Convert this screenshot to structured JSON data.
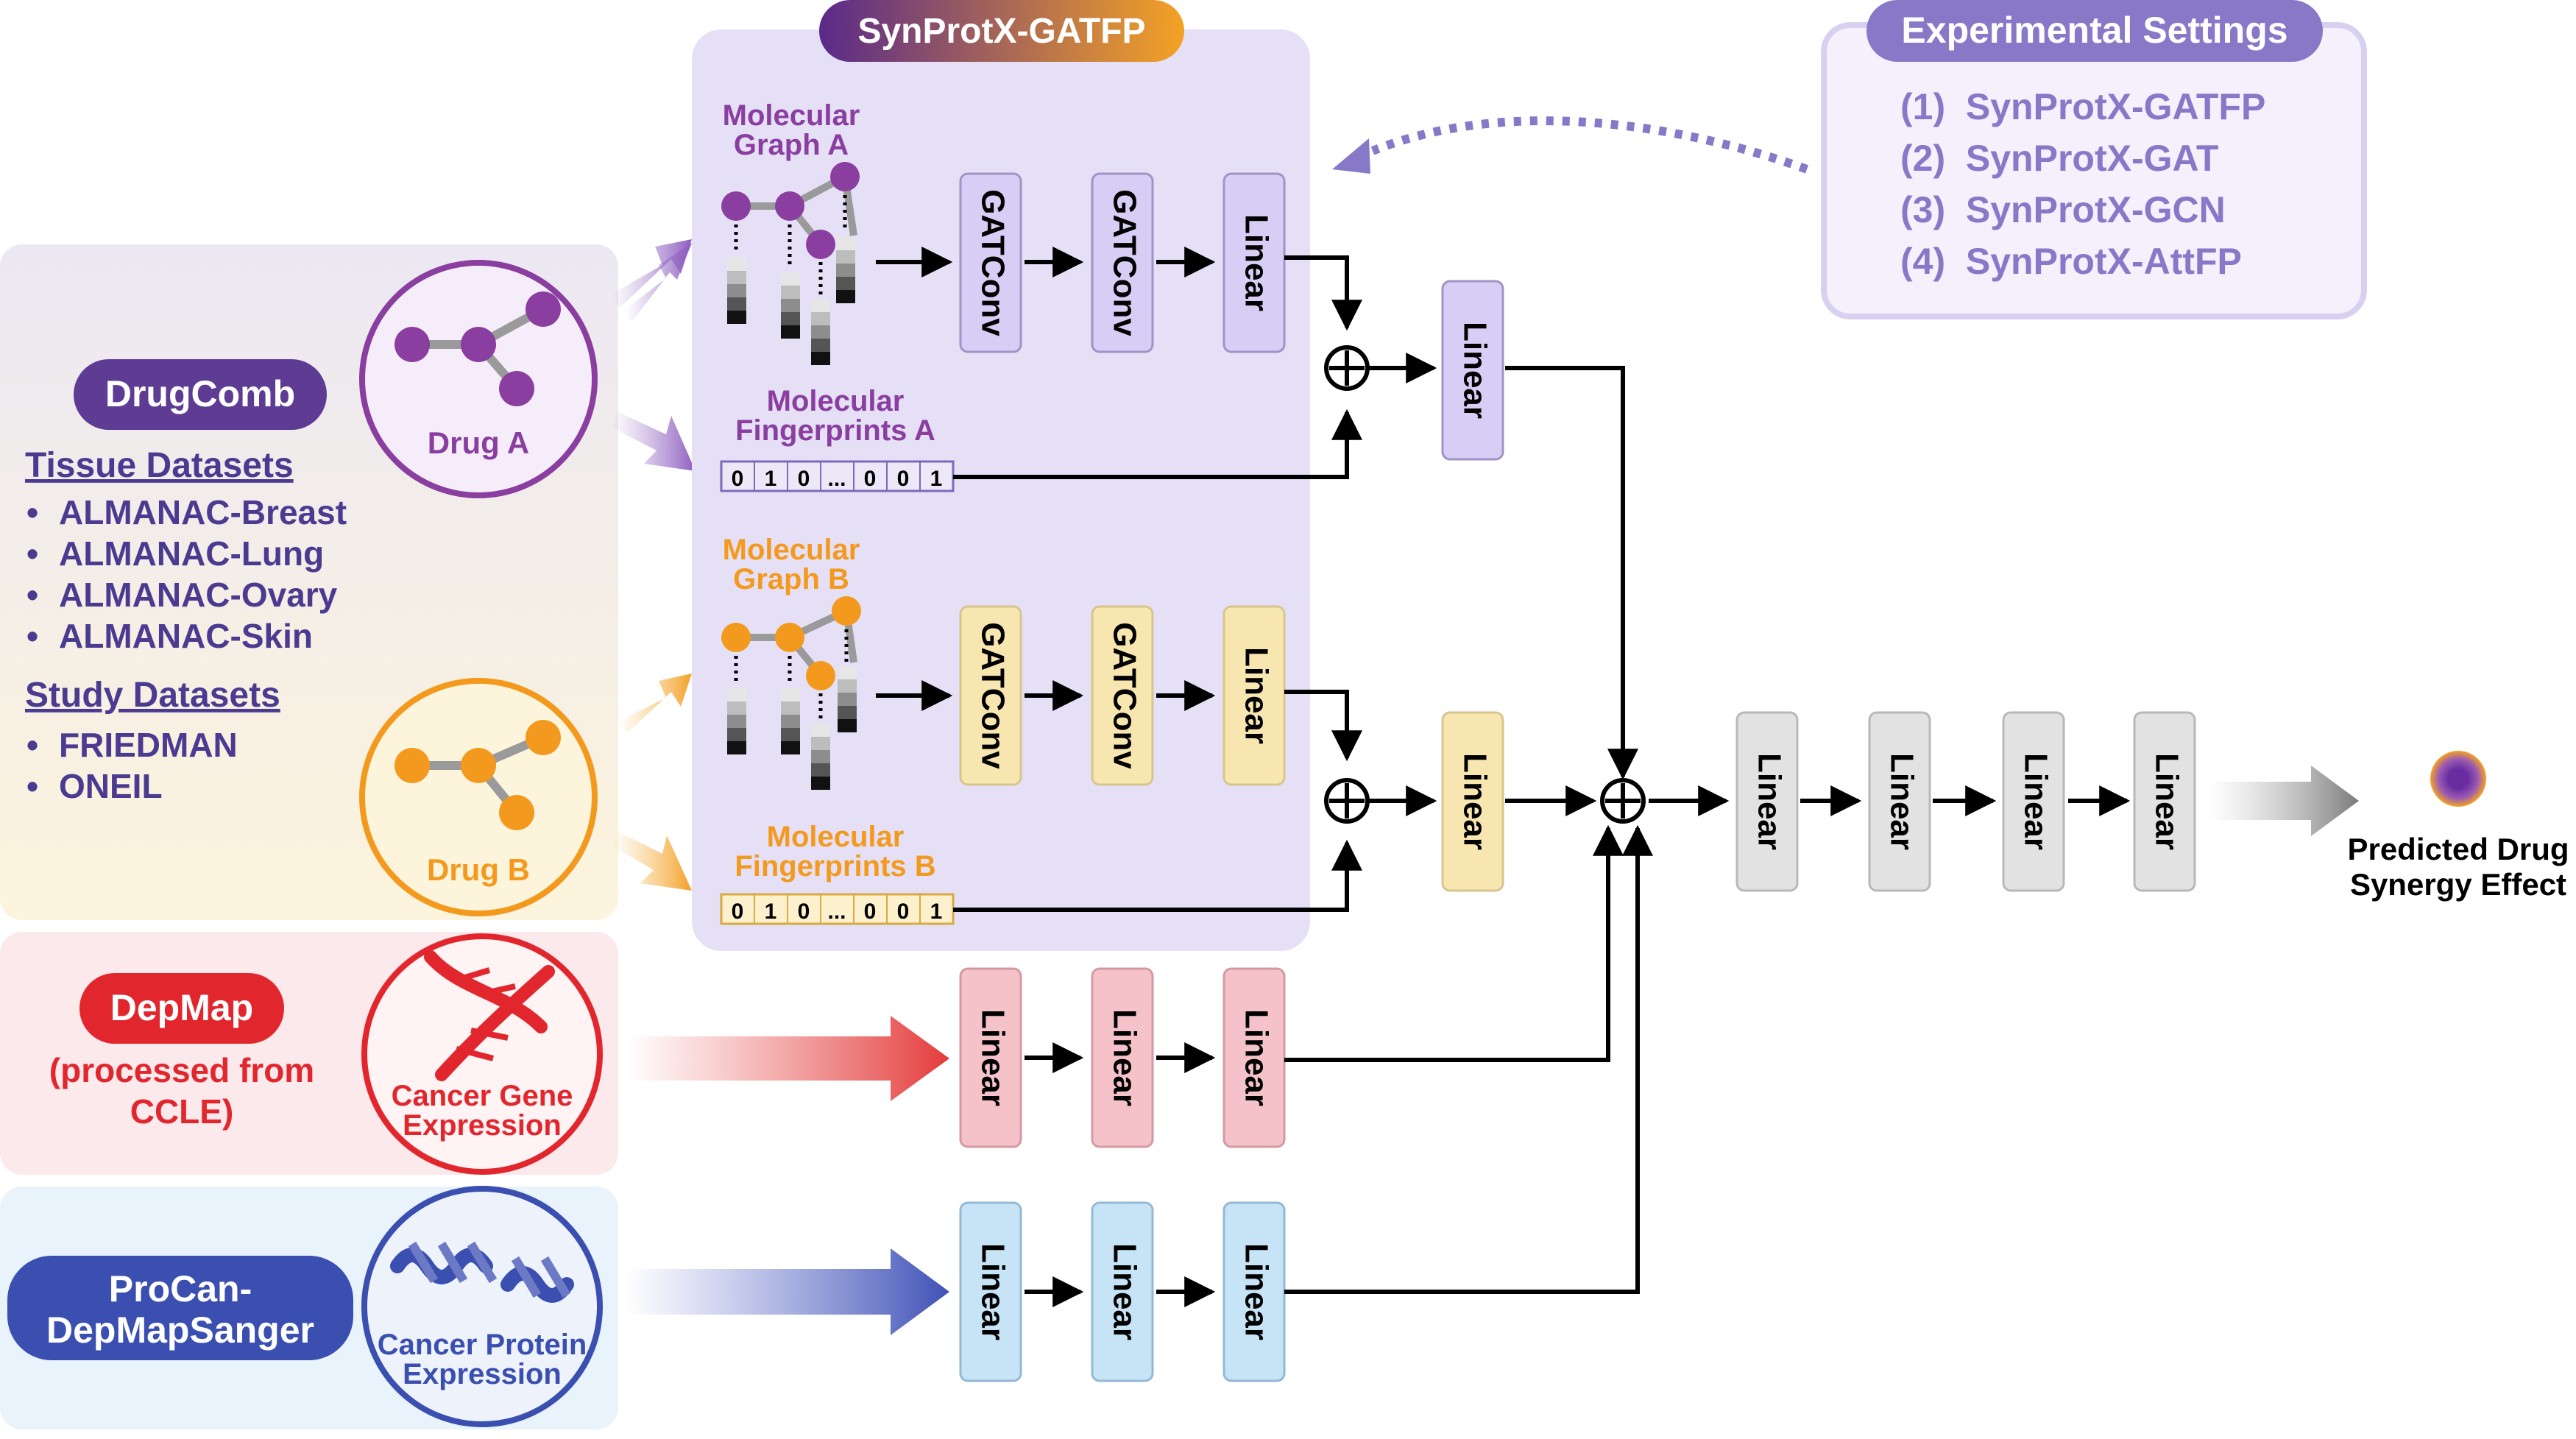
{
  "model": {
    "title": "SynProtX-GATFP"
  },
  "settings": {
    "title": "Experimental Settings",
    "items": [
      "(1)  SynProtX-GATFP",
      "(2)  SynProtX-GAT",
      "(3)  SynProtX-GCN",
      "(4)  SynProtX-AttFP"
    ]
  },
  "drugcomb": {
    "name": "DrugComb",
    "tissue_heading": "Tissue Datasets",
    "tissue_items": [
      "ALMANAC-Breast",
      "ALMANAC-Lung",
      "ALMANAC-Ovary",
      "ALMANAC-Skin"
    ],
    "study_heading": "Study Datasets",
    "study_items": [
      "FRIEDMAN",
      "ONEIL"
    ],
    "bullet": "•"
  },
  "drug_a": {
    "label": "Drug A",
    "graph_line1": "Molecular",
    "graph_line2": "Graph A",
    "fp_line1": "Molecular",
    "fp_line2": "Fingerprints A",
    "fp_bits": [
      "0",
      "1",
      "0",
      "...",
      "0",
      "0",
      "1"
    ]
  },
  "drug_b": {
    "label": "Drug B",
    "graph_line1": "Molecular",
    "graph_line2": "Graph B",
    "fp_line1": "Molecular",
    "fp_line2": "Fingerprints B",
    "fp_bits": [
      "0",
      "1",
      "0",
      "...",
      "0",
      "0",
      "1"
    ]
  },
  "depmap": {
    "name": "DepMap",
    "note_line1": "(processed from",
    "note_line2": "CCLE)",
    "icon_line1": "Cancer Gene",
    "icon_line2": "Expression"
  },
  "procan": {
    "name_line1": "ProCan-",
    "name_line2": "DepMapSanger",
    "icon_line1": "Cancer Protein",
    "icon_line2": "Expression"
  },
  "layers": {
    "gatconv": "GATConv",
    "linear": "Linear"
  },
  "output": {
    "line1": "Predicted Drug",
    "line2": "Synergy Effect"
  },
  "colors": {
    "purple": "#8a3ea0",
    "orange": "#f39a1e",
    "red": "#e2262d",
    "blue": "#3a4fb0",
    "purple_box": "#d8cdf4",
    "yellow_box": "#f8e6b0",
    "pink_box": "#f4c2c8",
    "lightblue_box": "#c7e3f6",
    "grey_box": "#e2e2e2",
    "settings_text": "#8878c8"
  }
}
